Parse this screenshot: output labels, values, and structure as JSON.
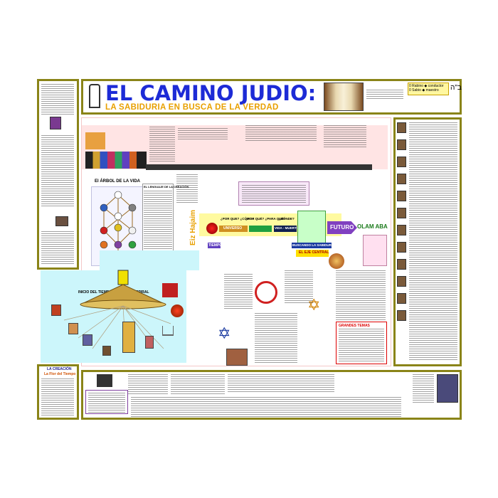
{
  "header": {
    "title": "EL CAMINO JUDIO:",
    "subtitle": "LA SABIDURIA EN BUSCA DE LA VERDAD",
    "hebrew": "ב\"ה",
    "legend": [
      "0 Rabino  ◆ conductor",
      "0 Sabio  ◆ maestro"
    ]
  },
  "tree": {
    "title": "El ÁRBOL DE LA VIDA",
    "creation_label": "EL LENGUAJE DE LA CREACIÓN"
  },
  "flow": {
    "eiz_hajaim": "Eiz Hajaim",
    "por_que_1": "¿POR QUE? ¿CÓMO?",
    "por_que_2": "¿POR QUÉ? ¿PARA QUÉ?",
    "donde": "¿DÓNDE?",
    "universo": "UNIVERSO",
    "vida_muerte": "VIDA - MUERTE",
    "futuro": "FUTURO",
    "olam_aba": "OLAM ABA",
    "tiempo": "TIEMPO",
    "buscando": "BUSCANDO LA SABIDURÍA",
    "eje_central": "EL EJE CENTRAL"
  },
  "history": {
    "inicio": "INICIO DEL TIEMPO > HISTORIA ESPIRAL"
  },
  "side": {
    "bottom_left_title": "LA CREACIÓN",
    "bottom_left_subtitle": "La Flor del Tiempo"
  },
  "topics": {
    "title": "GRANDES TEMAS"
  }
}
